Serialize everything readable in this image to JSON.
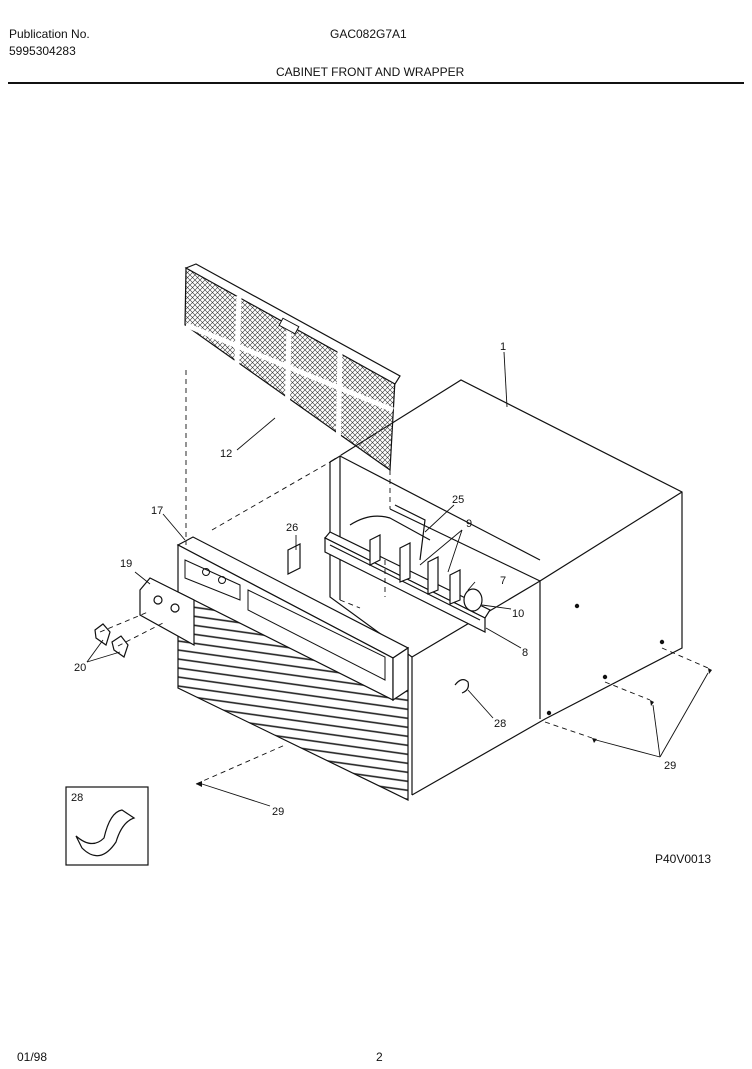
{
  "header": {
    "publication_label": "Publication No.",
    "publication_number": "5995304283",
    "model": "GAC082G7A1",
    "section_title": "CABINET FRONT AND WRAPPER"
  },
  "diagram": {
    "callouts": [
      "1",
      "12",
      "25",
      "9",
      "26",
      "17",
      "7",
      "19",
      "10",
      "8",
      "20",
      "28",
      "29"
    ],
    "inset_label": "28",
    "drawing_code": "P40V0013"
  },
  "footer": {
    "date": "01/98",
    "page": "2"
  }
}
